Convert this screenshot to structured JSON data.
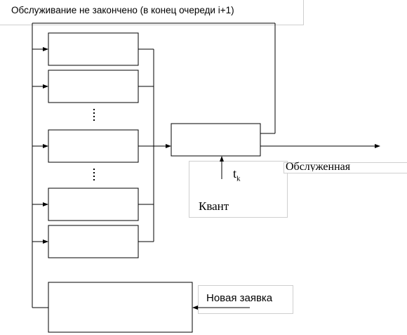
{
  "diagram": {
    "top_caption": "Обслуживание не закончено (в конец очереди i+1)",
    "served_label": "Обслуженная",
    "quantum_symbol": "t",
    "quantum_subscript": "k",
    "quantum_label": "Квант",
    "new_request_label": "Новая заявка",
    "line_color": "#000000",
    "frame_border_color": "#cfcfcf"
  }
}
